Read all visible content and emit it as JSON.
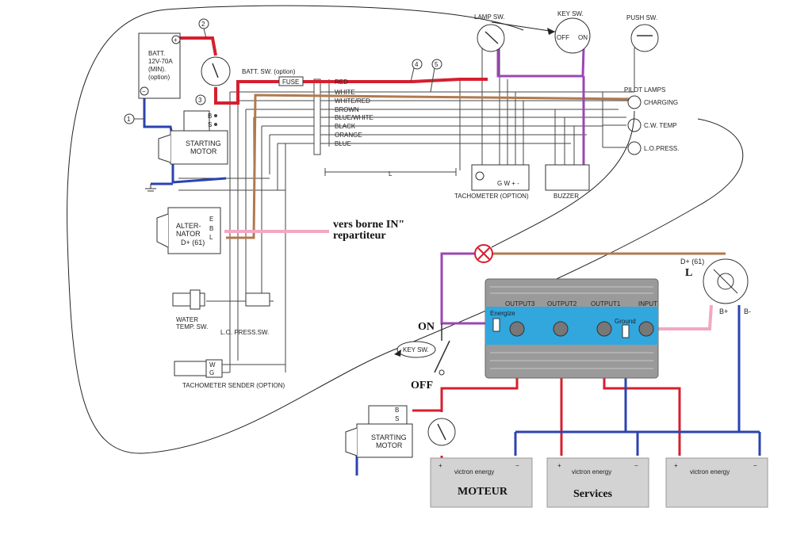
{
  "colors": {
    "red": "#d61f2f",
    "blue": "#2c43b0",
    "brown": "#b07a4f",
    "purple": "#9b47b3",
    "pink": "#f2a7c3",
    "distributor_blue": "#31a7de",
    "distributor_gray": "#9a9a9a",
    "battery_gray": "#d3d3d3"
  },
  "top_diagram": {
    "battery": {
      "lines": [
        "BATT.",
        "12V-70A",
        "(MIN).",
        "(option)"
      ],
      "plus": "+",
      "minus": "−"
    },
    "batt_switch": "BATT. SW. (option)",
    "fuse": "FUSE",
    "callouts": [
      "1",
      "2",
      "3",
      "4",
      "5"
    ],
    "starting_motor": {
      "line1": "STARTING",
      "line2": "MOTOR",
      "term_b": "B",
      "term_s": "S"
    },
    "alternator": {
      "line1": "ALTER-",
      "line2": "NATOR",
      "d_plus": "D+ (61)",
      "term_e": "E",
      "term_b": "B",
      "term_l": "L"
    },
    "wire_labels": [
      "RED",
      "WHITE",
      "WHITE/RED",
      "BROWN",
      "BLUE/WHITE",
      "BLACK",
      "ORANGE",
      "BLUE"
    ],
    "length_label": "L",
    "lamp_sw": "LAMP SW.",
    "key_sw": {
      "title": "KEY SW.",
      "off": "OFF",
      "on": "ON"
    },
    "push_sw": "PUSH SW.",
    "pilot_lamps": "PILOT LAMPS",
    "lamps": [
      "CHARGING",
      "C.W. TEMP",
      "L.O.PRESS."
    ],
    "tachometer": {
      "label": "TACHOMETER (OPTION)",
      "terms": "G  W +  -"
    },
    "buzzer": "BUZZER",
    "water_temp_sw": {
      "line1": "WATER",
      "line2": "TEMP. SW."
    },
    "lo_press_sw": "L.O.  PRESS.SW.",
    "tachometer_sender": {
      "label": "TACHOMETER SENDER (OPTION)",
      "term_w": "W",
      "term_g": "G"
    }
  },
  "annotations": {
    "vers_borne_line1": "vers borne IN\"",
    "vers_borne_line2": "repartiteur",
    "on": "ON",
    "off": "OFF",
    "key_sw_bubble": "KEY SW."
  },
  "distributor": {
    "labels": [
      "OUTPUT3",
      "OUTPUT2",
      "OUTPUT1",
      "INPUT"
    ],
    "energize": "Energize",
    "ground": "Ground"
  },
  "alternator_bottom": {
    "d_plus": "D+ (61)",
    "l": "L",
    "b_plus": "B+",
    "b_minus": "B-"
  },
  "starter_bottom": {
    "line1": "STARTING",
    "line2": "MOTOR",
    "term_b": "B",
    "term_s": "S"
  },
  "batteries": [
    {
      "name": "MOTEUR",
      "brand": "victron energy"
    },
    {
      "name": "Services",
      "brand": "victron energy"
    },
    {
      "name": "",
      "brand": "victron energy"
    }
  ]
}
